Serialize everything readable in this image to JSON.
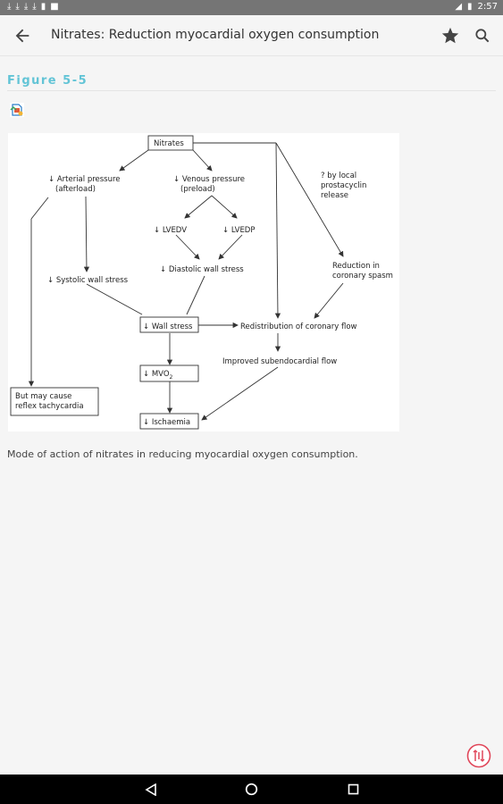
{
  "status_bar": {
    "notification_icons": [
      "download-icon",
      "download-icon",
      "download-icon",
      "download-icon",
      "file-icon",
      "dot-icon"
    ],
    "time": "2:57"
  },
  "app_bar": {
    "title": "Nitrates: Reduction myocardial oxygen consumption"
  },
  "figure": {
    "label": "Figure 5-5",
    "caption": "Mode of action of nitrates in reducing myocardial oxygen consumption."
  },
  "diagram": {
    "nitrates": "Nitrates",
    "arterial_1": "↓ Arterial pressure",
    "arterial_2": "(afterload)",
    "venous_1": "↓ Venous pressure",
    "venous_2": "(preload)",
    "local_1": "? by local",
    "local_2": "prostacyclin",
    "local_3": "release",
    "lvedv": "↓ LVEDV",
    "lvedp": "↓ LVEDP",
    "diastolic": "↓ Diastolic wall stress",
    "systolic": "↓ Systolic wall stress",
    "spasm_1": "Reduction in",
    "spasm_2": "coronary spasm",
    "wall_stress": "↓ Wall stress",
    "redistribution": "Redistribution of coronary flow",
    "subendo": "Improved subendocardial flow",
    "mvo2": "↓ MVO",
    "mvo2_sub": "2",
    "tachy_1": "But may cause",
    "tachy_2": "reflex tachycardia",
    "ischaemia": "↓ Ischaemia"
  },
  "colors": {
    "figure_label": "#62c4d6",
    "fab": "#e0475a",
    "status_bar": "#757575"
  }
}
